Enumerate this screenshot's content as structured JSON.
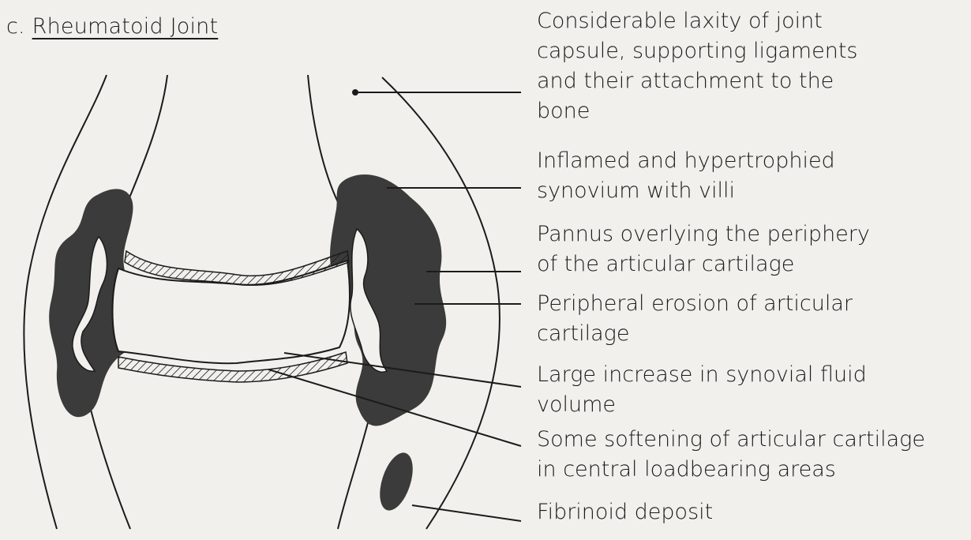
{
  "title": {
    "prefix": "c.",
    "text": "Rheumatoid Joint"
  },
  "labels": {
    "capsule": [
      "Considerable laxity of joint",
      "capsule, supporting ligaments",
      "and their attachment to the",
      "bone"
    ],
    "synovium": [
      "Inflamed and hypertrophied",
      "synovium with villi"
    ],
    "pannus": [
      "Pannus overlying the periphery",
      "of the articular cartilage"
    ],
    "erosion": [
      "Peripheral erosion of articular",
      "cartilage"
    ],
    "fluid": [
      "Large increase in synovial fluid",
      "volume"
    ],
    "softening": [
      "Some softening of articular cartilage",
      "in central loadbearing areas"
    ],
    "fibrinoid": [
      "Fibrinoid deposit"
    ]
  },
  "colors": {
    "ink": "#1b1b1b",
    "shading": "#3a3a3a",
    "paper": "#f1f0ec"
  }
}
